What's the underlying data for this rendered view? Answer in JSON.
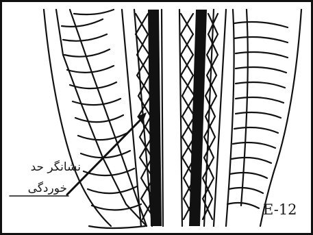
{
  "figure": {
    "indicator_label": {
      "line1": "نشانگر حد",
      "line2": "خوردگی"
    },
    "code": "E-12"
  },
  "icons": {
    "tread": "tire-tread-icon",
    "wear_bar": "tread-wear-indicator-icon",
    "arrow": "pointer-arrow-icon"
  },
  "colors": {
    "ink": "#111111",
    "background": "#ffffff"
  }
}
